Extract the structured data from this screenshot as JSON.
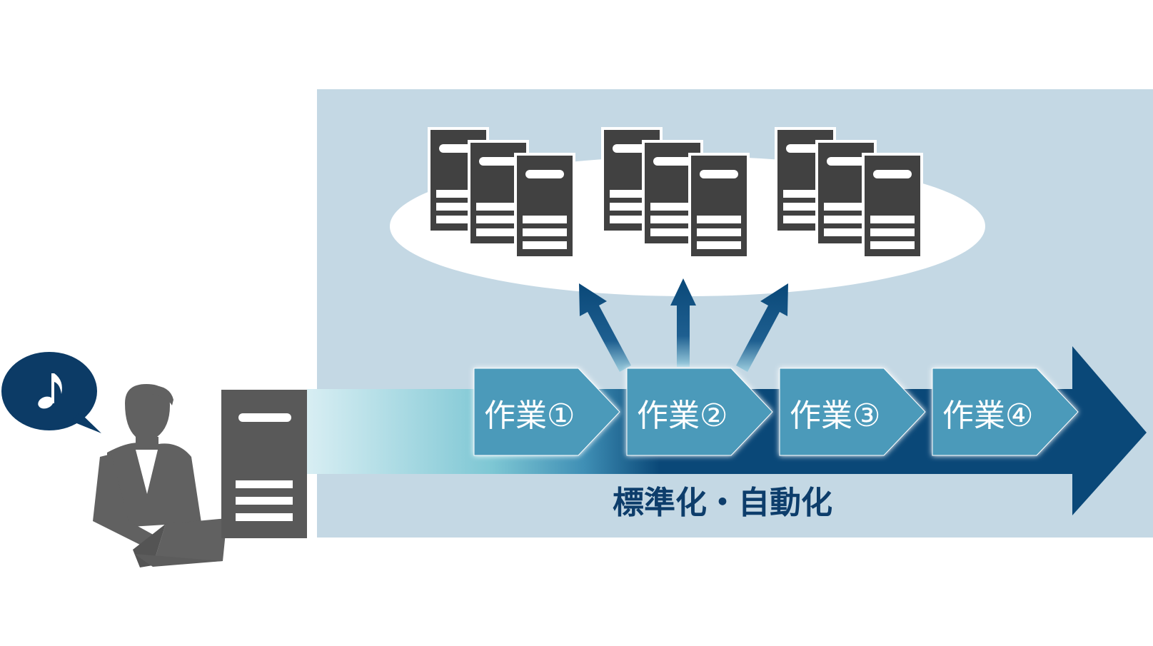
{
  "steps": [
    {
      "label": "作業①"
    },
    {
      "label": "作業②"
    },
    {
      "label": "作業③"
    },
    {
      "label": "作業④"
    }
  ],
  "caption": "標準化・自動化",
  "icons": {
    "speech": "music-note-icon",
    "person": "operator-person-icon",
    "laptop": "laptop-icon",
    "server": "server-icon"
  },
  "colors": {
    "panel": "#c4d8e4",
    "arrow_dark": "#0a4878",
    "step_fill": "#4b9aba",
    "server_dark": "#414141",
    "person": "#616161",
    "bubble": "#0c3b66",
    "caption": "#0d3d6b"
  }
}
